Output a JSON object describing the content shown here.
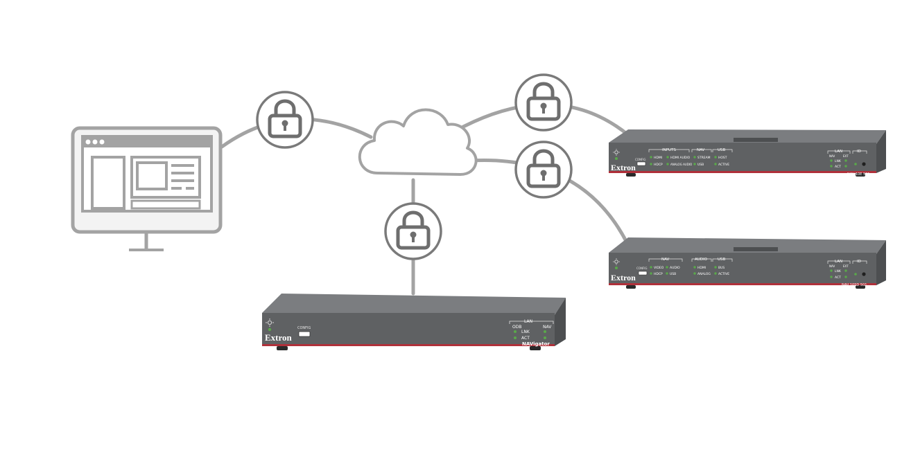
{
  "colors": {
    "line": "#a3a3a3",
    "lock_stroke": "#6e6e6e",
    "device_body": "#5f6163",
    "device_top": "#7b7d80",
    "device_stripe": "#b0303a",
    "led": "#5aa84a"
  },
  "icons": {
    "monitor": "computer-monitor-icon",
    "cloud": "cloud-icon",
    "lock": "padlock-icon"
  },
  "devices": {
    "navigator": {
      "brand": "Extron",
      "model": "NAVigator",
      "config_label": "CONFIG",
      "lan_header": "LAN",
      "lan_cols": [
        "ODB",
        "NAV"
      ],
      "lan_rows": [
        "LNK",
        "ACT"
      ]
    },
    "encoder": {
      "brand": "Extron",
      "model": "NAV 10E 501",
      "config_label": "CONFIG",
      "groups": [
        {
          "header": "INPUTS",
          "items": [
            "HDMI",
            "HDCP",
            "HDMI AUDIO",
            "ANALOG AUDIO"
          ]
        },
        {
          "header": "NAV",
          "items": [
            "STREAM",
            "USB"
          ]
        },
        {
          "header": "USB",
          "items": [
            "HOST",
            "ACTIVE"
          ]
        }
      ],
      "lan_header": "LAN",
      "lan_cols": [
        "NAV",
        "EXT"
      ],
      "lan_rows": [
        "LNK",
        "ACT"
      ],
      "id_header": "ID"
    },
    "decoder": {
      "brand": "Extron",
      "model": "NAV 10SD 501",
      "config_label": "CONFIG",
      "groups": [
        {
          "header": "NAV",
          "items": [
            "VIDEO",
            "HDCP",
            "AUDIO",
            "USB"
          ]
        },
        {
          "header": "AUDIO",
          "items": [
            "HDMI",
            "ANALOG"
          ]
        },
        {
          "header": "USB",
          "items": [
            "BUS",
            "ACTIVE"
          ]
        }
      ],
      "lan_header": "LAN",
      "lan_cols": [
        "NAV",
        "EXT"
      ],
      "lan_rows": [
        "LNK",
        "ACT"
      ],
      "id_header": "ID"
    }
  }
}
